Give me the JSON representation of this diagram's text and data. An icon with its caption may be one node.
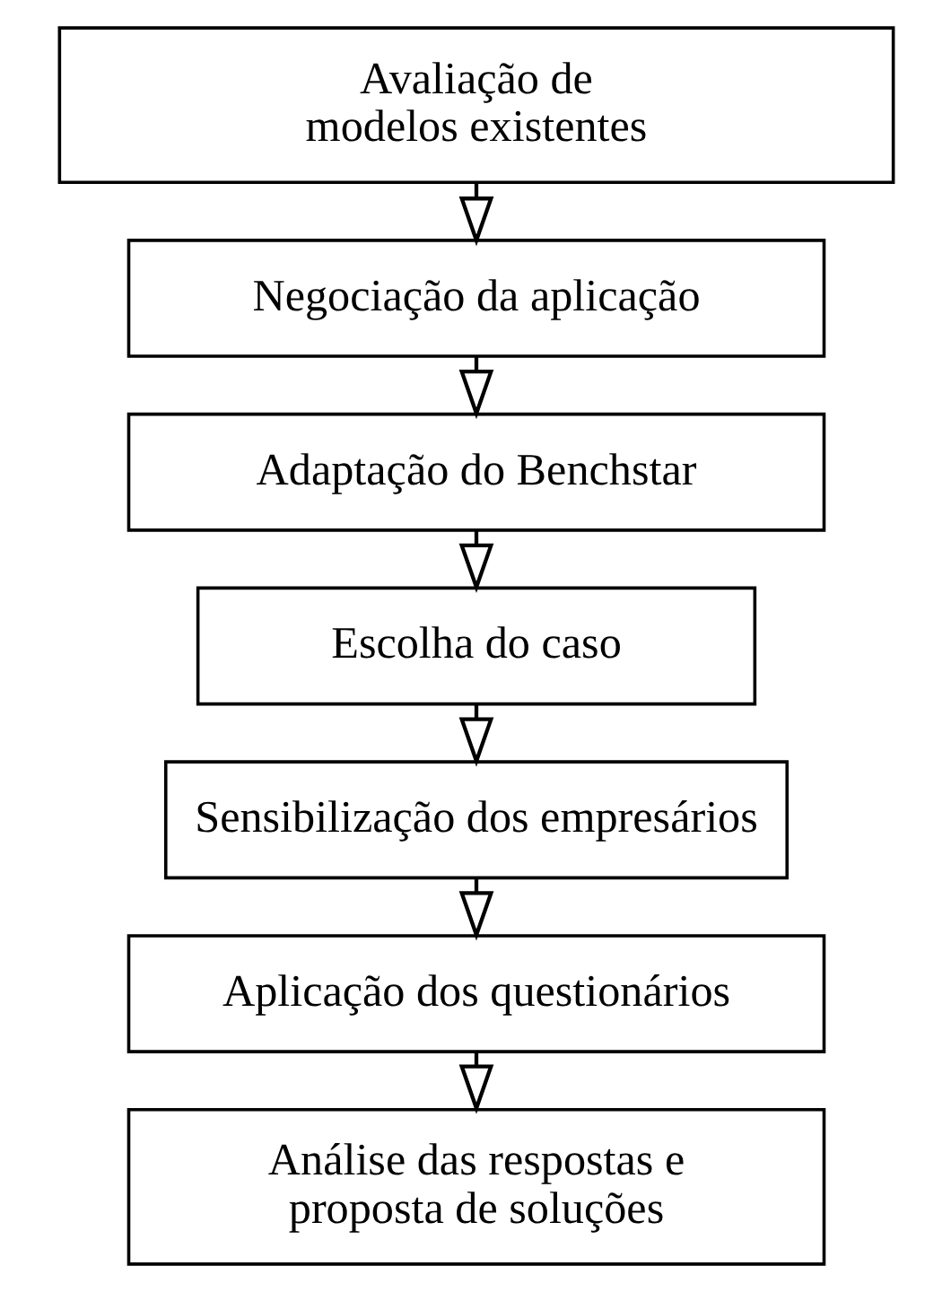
{
  "diagram": {
    "nodes": [
      {
        "text": [
          "Avaliação de modelos existentes"
        ]
      },
      {
        "text": [
          "Negociação da aplicação"
        ]
      },
      {
        "text": [
          "Adaptação do Benchstar"
        ]
      },
      {
        "text": [
          "Escolha do caso"
        ]
      },
      {
        "text": [
          "Sensibilização dos empresários"
        ]
      },
      {
        "text": [
          "Aplicação dos questionários"
        ]
      },
      {
        "text": [
          "Análise das respostas e proposta de soluções"
        ]
      }
    ],
    "edges": [
      {
        "from": 0,
        "to": 1,
        "arrow": "to"
      },
      {
        "from": 1,
        "to": 2,
        "arrow": "to"
      },
      {
        "from": 2,
        "to": 3,
        "arrow": "to"
      },
      {
        "from": 3,
        "to": 4,
        "arrow": "to"
      },
      {
        "from": 4,
        "to": 5,
        "arrow": "to"
      },
      {
        "from": 5,
        "to": 6,
        "arrow": "to"
      }
    ]
  }
}
